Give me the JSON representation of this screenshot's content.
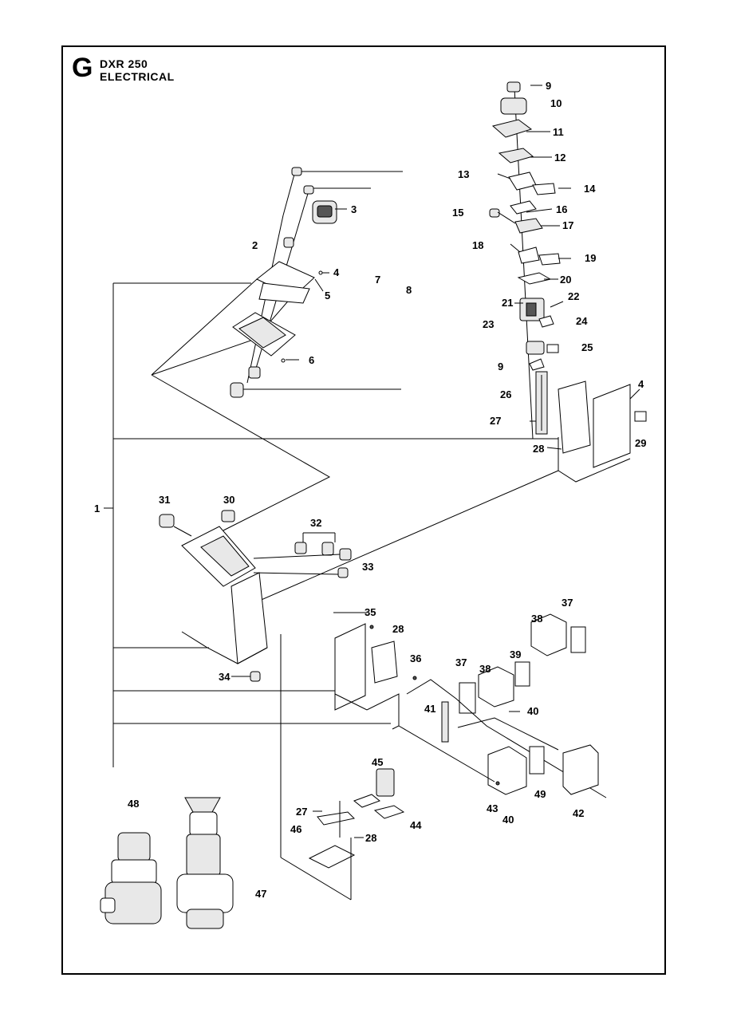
{
  "header": {
    "section_letter": "G",
    "model": "DXR 250",
    "title": "ELECTRICAL"
  },
  "callouts": [
    "1",
    "2",
    "3",
    "4",
    "4",
    "5",
    "6",
    "7",
    "8",
    "9",
    "9",
    "10",
    "11",
    "12",
    "13",
    "14",
    "15",
    "16",
    "17",
    "18",
    "19",
    "20",
    "21",
    "22",
    "23",
    "24",
    "25",
    "26",
    "27",
    "27",
    "28",
    "28",
    "28",
    "29",
    "30",
    "31",
    "32",
    "33",
    "34",
    "35",
    "36",
    "37",
    "37",
    "38",
    "38",
    "39",
    "40",
    "40",
    "41",
    "42",
    "43",
    "44",
    "45",
    "46",
    "47",
    "48",
    "49"
  ]
}
